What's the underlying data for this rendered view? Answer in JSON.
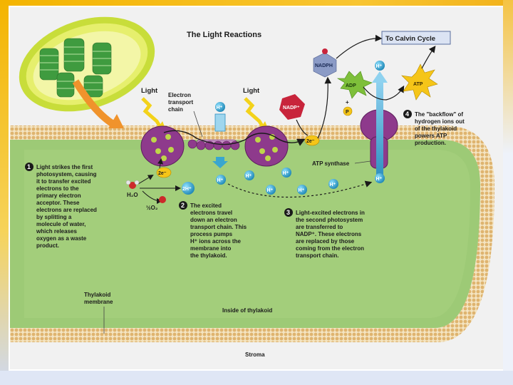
{
  "title": "The Light Reactions",
  "calvin_box": "To Calvin Cycle",
  "labels": {
    "light_left": "Light",
    "light_right": "Light",
    "etc": [
      "Electron",
      "transport",
      "chain"
    ],
    "atp_synthase": "ATP synthase",
    "thylakoid_membrane": [
      "Thylakoid",
      "membrane"
    ],
    "inside": "Inside of thylakoid",
    "stroma": "Stroma"
  },
  "molecules": {
    "nadph": "NADPH",
    "nadp": "NADP⁺",
    "adp": "ADP",
    "p": "P",
    "atp": "ATP",
    "plus": "+",
    "two_e": "2e⁻",
    "h_plus": "H⁺",
    "two_h": "2H⁺",
    "h2o": "H₂O",
    "o2": "½O₂"
  },
  "steps": [
    {
      "num": "1",
      "lines": [
        "Light strikes the first",
        "photosystem, causing",
        "it to transfer excited",
        "electrons to the",
        "primary electron",
        "acceptor. These",
        "electrons are replaced",
        "by splitting a",
        "molecule of water,",
        "which releases",
        "oxygen as a waste",
        "product."
      ]
    },
    {
      "num": "2",
      "lines": [
        "The excited",
        "electrons travel",
        "down an electron",
        "transport chain. This",
        "process pumps",
        "H⁺ ions across the",
        "membrane into",
        "the thylakoid."
      ]
    },
    {
      "num": "3",
      "lines": [
        "Light-excited electrons in",
        "the second photosystem",
        "are transferred to",
        "NADP⁺. These electrons",
        "are replaced by those",
        "coming from the electron",
        "transport chain."
      ]
    },
    {
      "num": "4",
      "lines": [
        "The \"backflow\" of",
        "hydrogen ions out",
        "of the thylakoid",
        "powers ATP",
        "production."
      ]
    }
  ],
  "colors": {
    "lumen": "#9dca76",
    "membrane_head": "#e0b978",
    "membrane_core": "#f4e4c1",
    "photosystem": "#8e3a8c",
    "h_ion": "#39a6cf",
    "adp": "#7ebf3a",
    "atp": "#f5c518",
    "nadp": "#c8243b",
    "nadph": "#8b9bc6",
    "arrow": "#f0932c"
  }
}
